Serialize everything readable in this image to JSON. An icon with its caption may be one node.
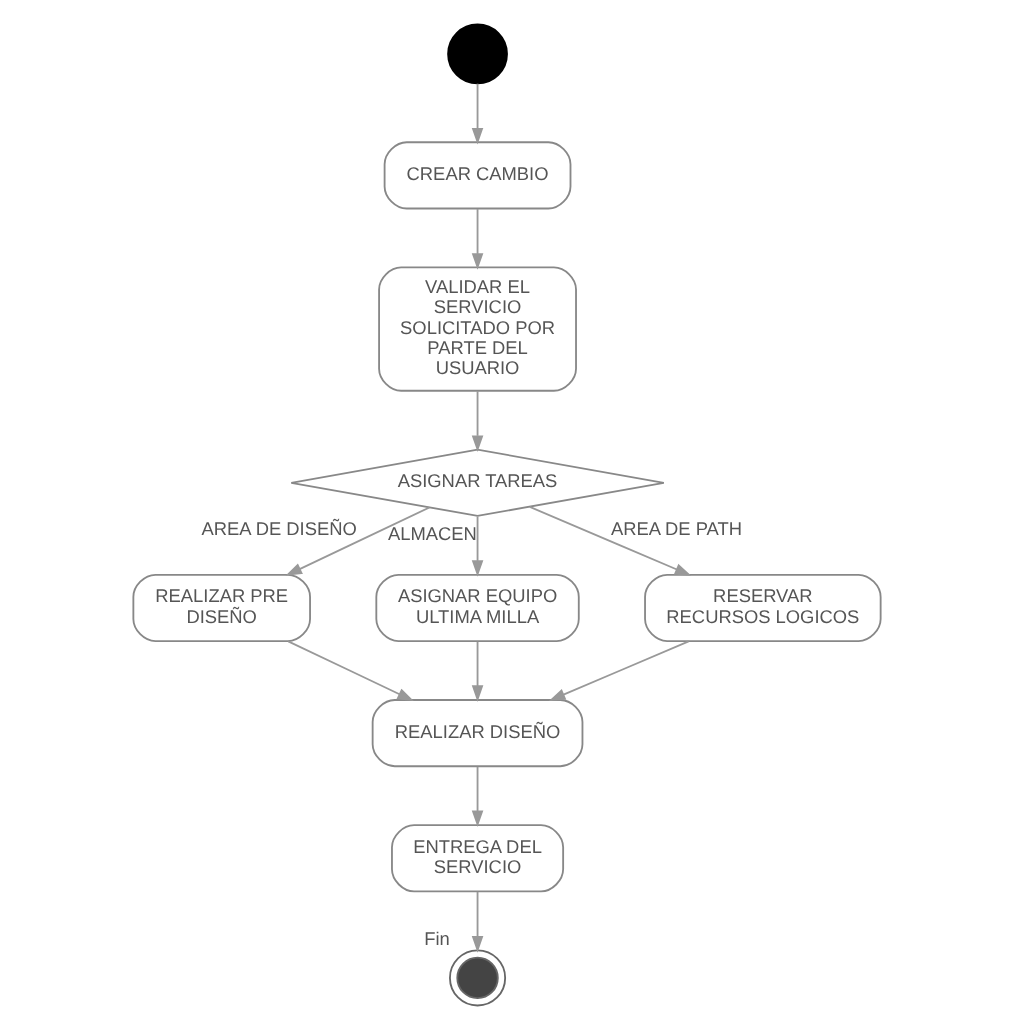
{
  "diagram": {
    "nodes": [
      {
        "text": [],
        "shape": "circle"
      },
      {
        "text": [
          "CREAR CAMBIO"
        ]
      },
      {
        "text": [
          "VALIDAR EL SERVICIO SOLICITADO POR PARTE DEL USUARIO"
        ]
      },
      {
        "text": [
          "ASIGNAR TAREAS"
        ]
      },
      {
        "text": [
          "REALIZAR PRE DISEÑO"
        ]
      },
      {
        "text": [
          "ASIGNAR EQUIPO ULTIMA MILLA"
        ]
      },
      {
        "text": [
          "RESERVAR RECURSOS LOGICOS"
        ]
      },
      {
        "text": [
          "REALIZAR DISEÑO"
        ]
      },
      {
        "text": [
          "ENTREGA DEL SERVICIO"
        ]
      },
      {
        "text": [],
        "shape": "circle",
        "beside": [
          "Fin"
        ]
      }
    ],
    "edges": [
      {
        "from": 0,
        "to": 1,
        "arrow": "to"
      },
      {
        "from": 1,
        "to": 2,
        "arrow": "to"
      },
      {
        "from": 2,
        "to": 3,
        "arrow": "to"
      },
      {
        "from": 3,
        "to": 4,
        "arrow": "to",
        "label": "AREA DE DISEÑO"
      },
      {
        "from": 3,
        "to": 5,
        "arrow": "to",
        "label": "ALMACEN"
      },
      {
        "from": 3,
        "to": 6,
        "arrow": "to",
        "label": "AREA DE PATH"
      },
      {
        "from": 4,
        "to": 7,
        "arrow": "to"
      },
      {
        "from": 5,
        "to": 7,
        "arrow": "to"
      },
      {
        "from": 6,
        "to": 7,
        "arrow": "to"
      },
      {
        "from": 7,
        "to": 8,
        "arrow": "to"
      },
      {
        "from": 8,
        "to": 9,
        "arrow": "to"
      }
    ]
  }
}
